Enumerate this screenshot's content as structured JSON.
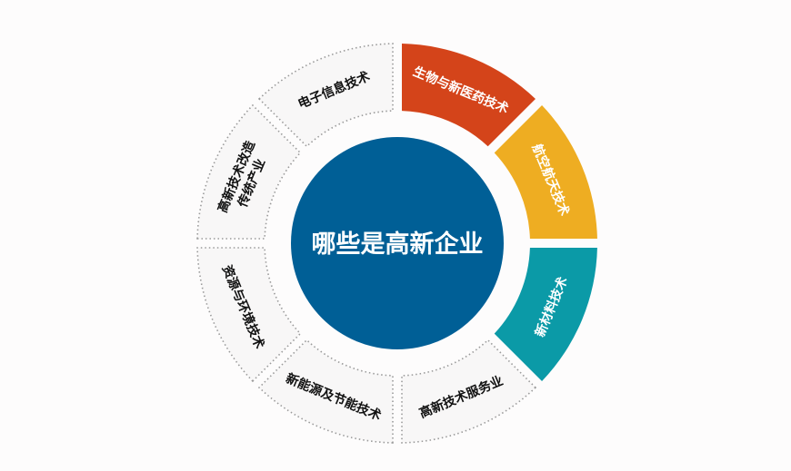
{
  "title": "哪些是高新企业",
  "colors": {
    "center": "#005f96",
    "gray_fill": "#f8f7f7",
    "gray_border": "#9a9a9a",
    "dark_text": "#111111",
    "light_text": "#ffffff"
  },
  "segments": [
    {
      "lines": [
        "生物与新医药技术"
      ],
      "fill": "#d4441a",
      "style": "filled"
    },
    {
      "lines": [
        "航空航天技术"
      ],
      "fill": "#eead22",
      "style": "filled"
    },
    {
      "lines": [
        "新材料技术"
      ],
      "fill": "#0b9aa7",
      "style": "filled"
    },
    {
      "lines": [
        "高新技术服务业"
      ],
      "fill": "#f8f7f7",
      "style": "dotted"
    },
    {
      "lines": [
        "新能源及节能技术"
      ],
      "fill": "#f8f7f7",
      "style": "dotted"
    },
    {
      "lines": [
        "资源与环境技术"
      ],
      "fill": "#f8f7f7",
      "style": "dotted"
    },
    {
      "lines": [
        "高新技术改造",
        "传统产业"
      ],
      "fill": "#f8f7f7",
      "style": "dotted"
    },
    {
      "lines": [
        "电子信息技术"
      ],
      "fill": "#f8f7f7",
      "style": "dotted"
    }
  ]
}
